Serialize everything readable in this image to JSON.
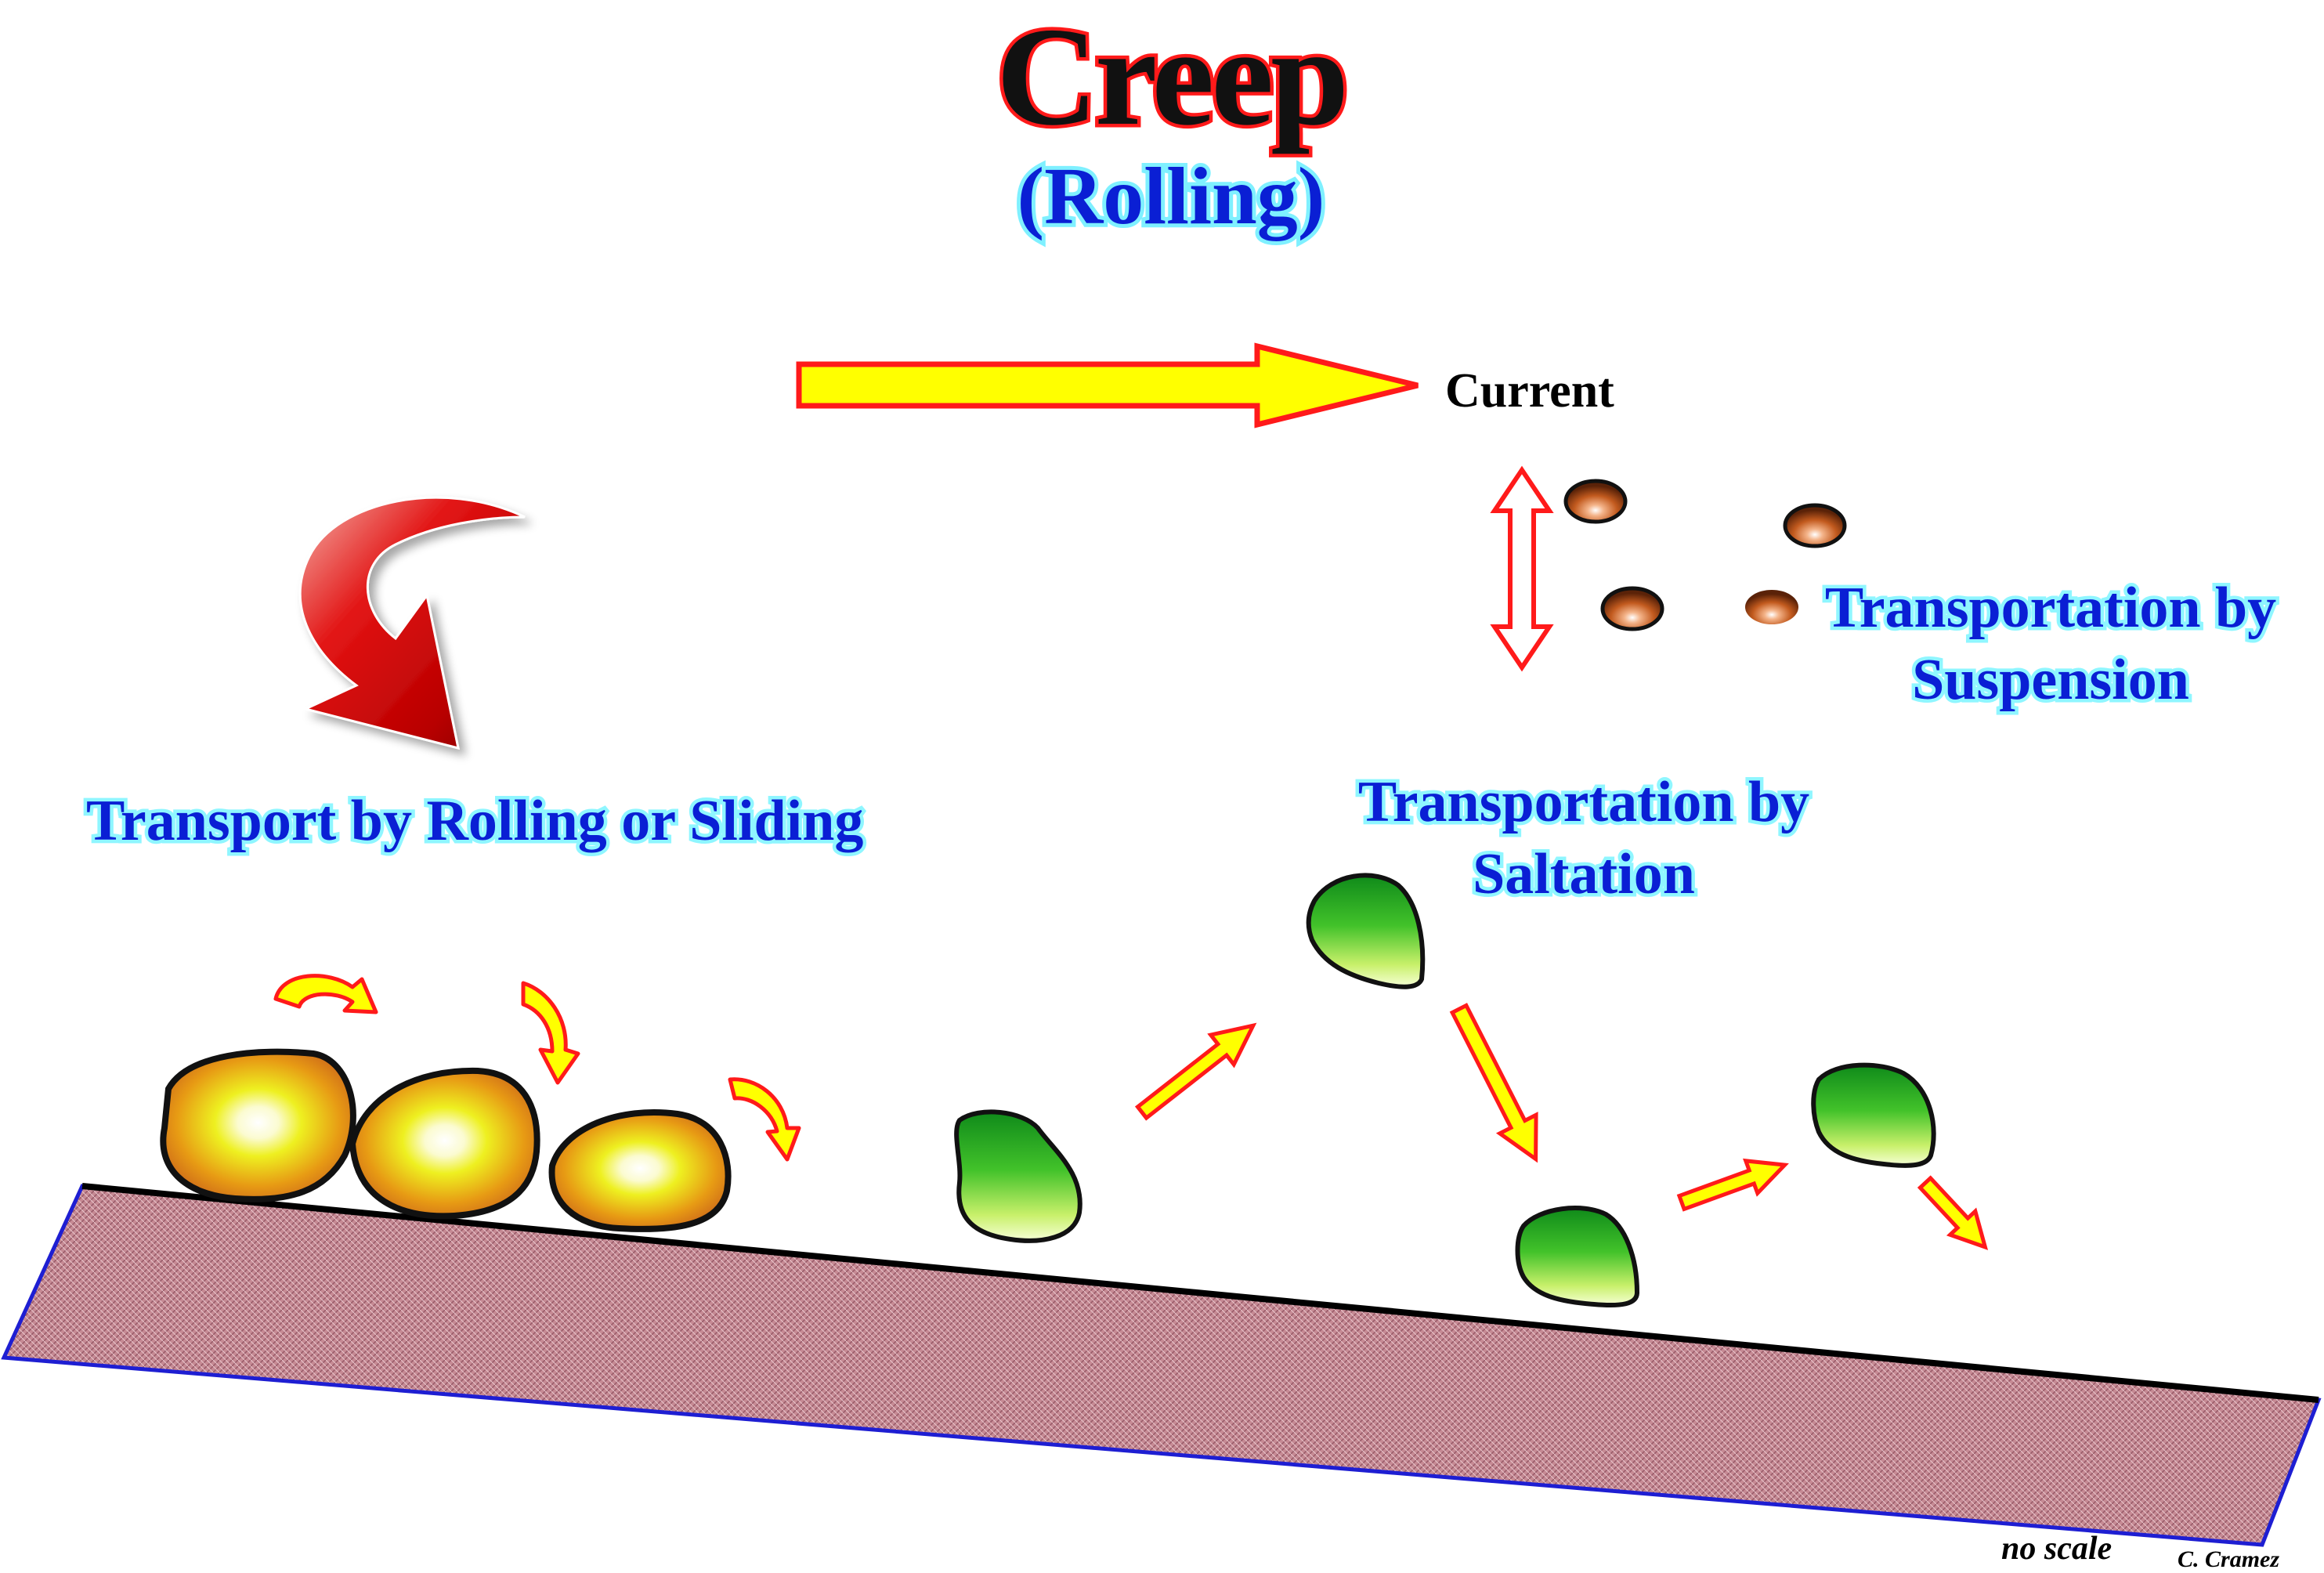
{
  "title": "Creep",
  "subtitle": "(Rolling)",
  "labels": {
    "current": "Current",
    "rolling": "Transport by Rolling or Sliding",
    "saltation_line1": "Transportation by",
    "saltation_line2": "Saltation",
    "suspension_line1": "Transportation by",
    "suspension_line2": "Suspension"
  },
  "footer": {
    "scale_note": "no scale",
    "author": "C. Cramez"
  },
  "colors": {
    "title_fill": "#111111",
    "title_outline": "#ff1a1a",
    "label_blue": "#0a1fd4",
    "label_glow": "#8ff6ff",
    "arrow_fill": "#ffff00",
    "arrow_outline": "#ff1a1a",
    "bed_fill": "#c98f9a",
    "bed_outline": "#1e1ed2",
    "saltation_grain": "#1a9a1a",
    "rolling_grain": "#e07a12",
    "suspension_grain": "#b5561e"
  },
  "icons": [
    "curved-down-arrow-icon",
    "current-arrow-icon",
    "double-vertical-arrow-icon",
    "rotation-arrow-icon",
    "trajectory-arrow-icon"
  ]
}
